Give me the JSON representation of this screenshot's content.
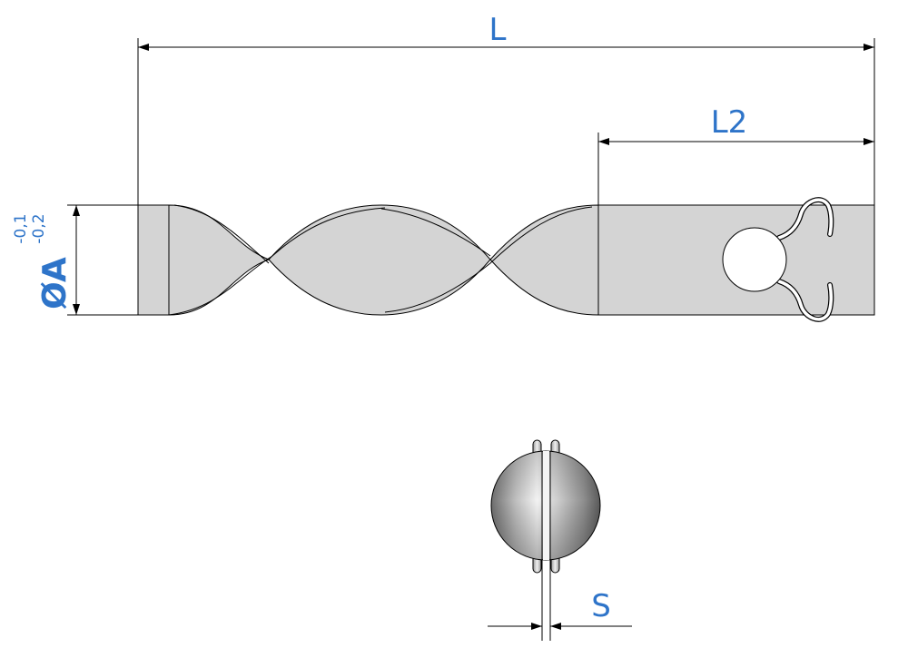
{
  "labels": {
    "length": "L",
    "length2": "L2",
    "diameter": "ØA",
    "tol_upper": "-0,1",
    "tol_lower": "-0,2",
    "thickness": "S"
  },
  "colors": {
    "dimension_text": "#2e74c9",
    "line": "#000000",
    "body_fill": "#d4d4d4",
    "clip_fill": "#ffffff"
  }
}
